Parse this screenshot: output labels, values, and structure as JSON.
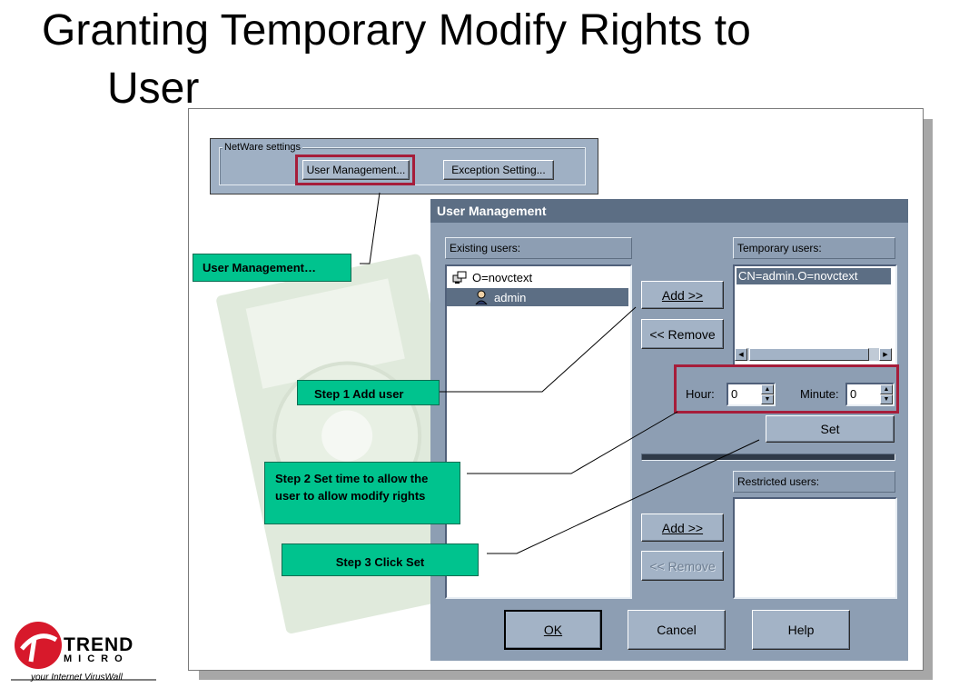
{
  "slide": {
    "title_line1": "Granting Temporary Modify Rights to",
    "title_line2": "User"
  },
  "netware": {
    "group_label": "NetWare settings",
    "user_management_button": "User Management...",
    "exception_setting_button": "Exception Setting..."
  },
  "dialog": {
    "title": "User Management",
    "existing_users_label": "Existing users:",
    "existing_users": [
      {
        "label": "O=novctext",
        "icon": "organization-icon",
        "selected": false
      },
      {
        "label": "admin",
        "icon": "user-icon",
        "selected": true
      }
    ],
    "add_button": "Add >>",
    "remove_button": "<< Remove",
    "temporary_users_label": "Temporary users:",
    "temporary_users": [
      "CN=admin.O=novctext"
    ],
    "hour_label": "Hour:",
    "hour_value": "0",
    "minute_label": "Minute:",
    "minute_value": "0",
    "set_button": "Set",
    "restricted_users_label": "Restricted users:",
    "restricted_add_button": "Add >>",
    "restricted_remove_button": "<< Remove",
    "ok_button": "OK",
    "cancel_button": "Cancel",
    "help_button": "Help"
  },
  "callouts": {
    "user_management": "User Management…",
    "step1": "Step 1 Add user",
    "step2": "Step 2 Set time to allow the user to allow modify rights",
    "step3": "Step 3 Click Set"
  },
  "logo": {
    "brand_top": "TREND",
    "brand_bottom": "MICRO",
    "tagline": "your Internet VirusWall"
  },
  "colors": {
    "callout_fill": "#00c38e",
    "highlight": "#a61d3a",
    "dialog_body": "#8d9eb3",
    "dialog_title": "#5c6e84"
  }
}
